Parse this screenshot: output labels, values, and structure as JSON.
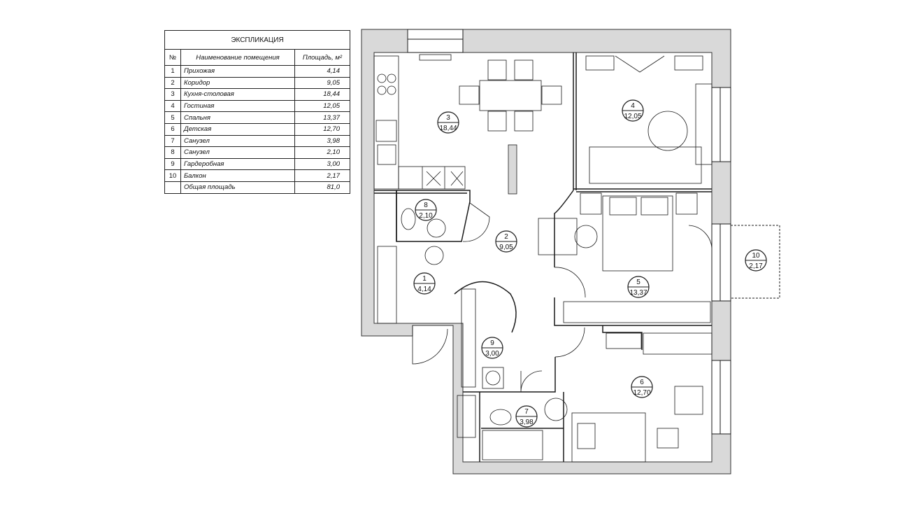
{
  "explication": {
    "title": "ЭКСПЛИКАЦИЯ",
    "headers": {
      "num": "№",
      "name": "Наименование помещения",
      "area": "Площадь, м²"
    },
    "rooms": [
      {
        "num": "1",
        "name": "Прихожая",
        "area": "4,14"
      },
      {
        "num": "2",
        "name": "Коридор",
        "area": "9,05"
      },
      {
        "num": "3",
        "name": "Кухня-столовая",
        "area": "18,44"
      },
      {
        "num": "4",
        "name": "Гостиная",
        "area": "12,05"
      },
      {
        "num": "5",
        "name": "Спальня",
        "area": "13,37"
      },
      {
        "num": "6",
        "name": "Детская",
        "area": "12,70"
      },
      {
        "num": "7",
        "name": "Санузел",
        "area": "3,98"
      },
      {
        "num": "8",
        "name": "Санузел",
        "area": "2,10"
      },
      {
        "num": "9",
        "name": "Гардеробная",
        "area": "3,00"
      },
      {
        "num": "10",
        "name": "Балкон",
        "area": "2,17"
      }
    ],
    "total": {
      "name": "Общая площадь",
      "area": "81,0"
    }
  },
  "plan": {
    "wall_color": "#d9d9d9",
    "line_color": "#1a1a1a"
  }
}
